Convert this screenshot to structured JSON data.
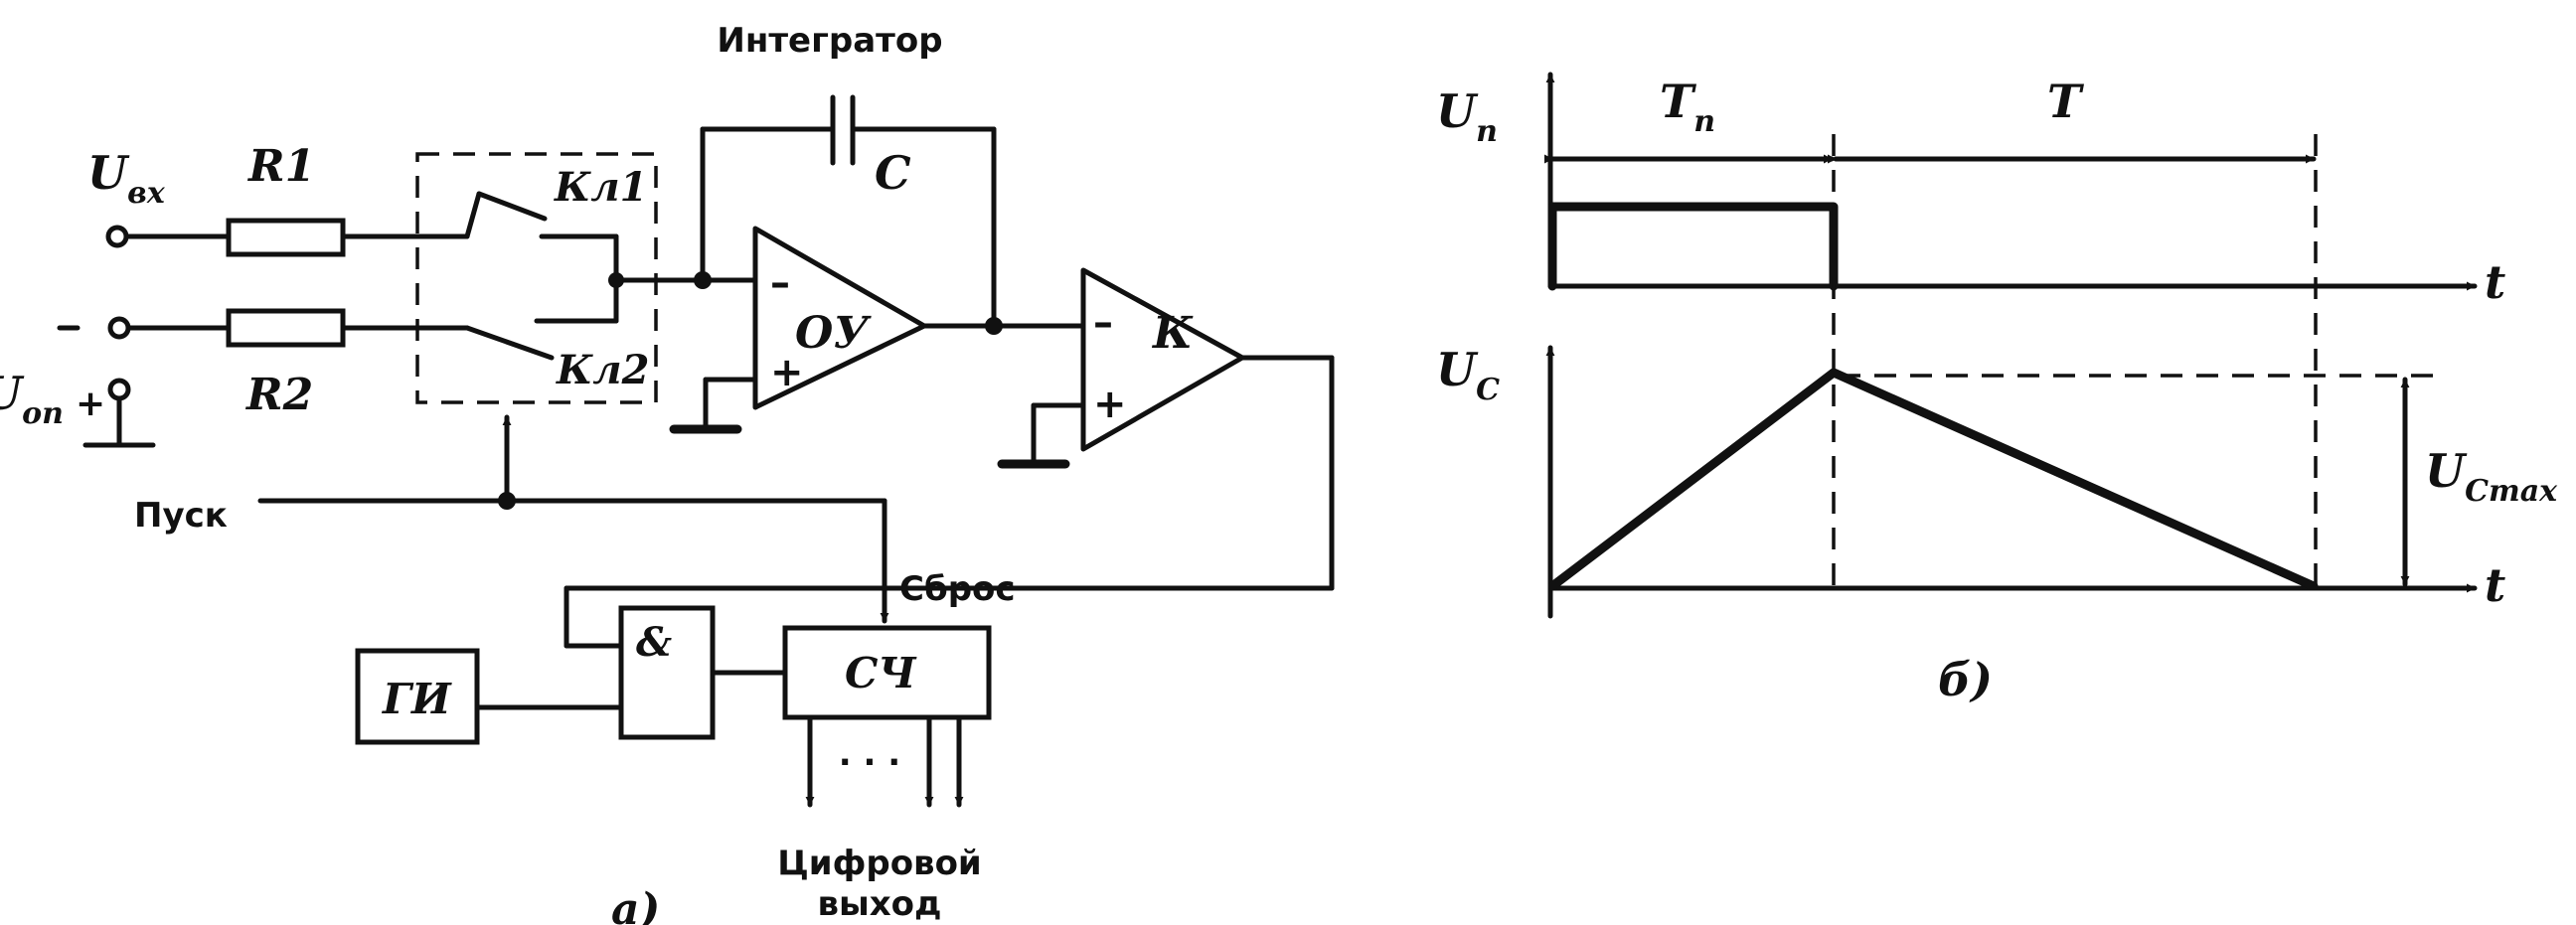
{
  "circuit": {
    "integrator_label": "Интегратор",
    "u_in": {
      "main": "U",
      "sub": "вх"
    },
    "u_ref": {
      "main": "U",
      "sub": "оп"
    },
    "r1": "R1",
    "r2": "R2",
    "switch1": "Кл1",
    "switch2": "Кл2",
    "capacitor": "C",
    "opamp": "ОУ",
    "comparator": "К",
    "minus": "–",
    "plus": "+",
    "start": "Пуск",
    "reset": "Сброс",
    "generator": "ГИ",
    "and_gate": "&",
    "counter": "СЧ",
    "digital_output_line1": "Цифровой",
    "digital_output_line2": "выход",
    "dots": ". . .",
    "panel_label": "а)"
  },
  "timing": {
    "u_pulse": {
      "main": "U",
      "sub": "п"
    },
    "u_c": {
      "main": "U",
      "sub": "C"
    },
    "t_pulse": {
      "main": "T",
      "sub": "п"
    },
    "t_period": "T",
    "t_axis": "t",
    "u_c_max": {
      "main": "U",
      "sub": "Cmax"
    },
    "panel_label": "б)"
  }
}
